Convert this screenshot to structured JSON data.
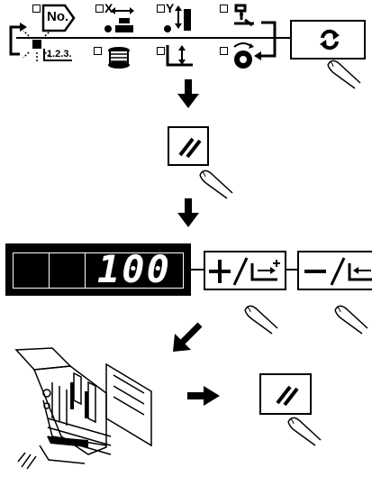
{
  "panel": {
    "no_label": "No.",
    "seq_label": "1.2.3.",
    "x_label": "X",
    "y_label": "Y"
  },
  "display": {
    "value": "100"
  },
  "icons": {
    "reset": "reset-icon",
    "ready": "ready-icon",
    "plus_move": "plus-move-icon",
    "minus_move": "minus-move-icon",
    "arrow": "arrow-down-icon",
    "presser": "presser-foot-icon"
  },
  "colors": {
    "ink": "#000000",
    "paper": "#ffffff",
    "display_bg": "#000000"
  }
}
